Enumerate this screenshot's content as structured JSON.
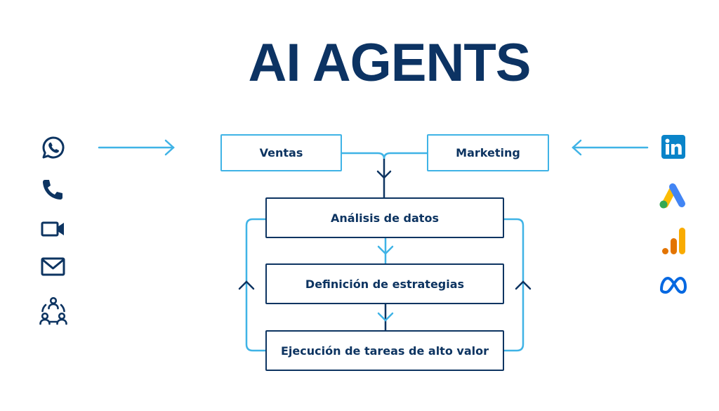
{
  "title": "AI AGENTS",
  "inputs": {
    "top_left": "Ventas",
    "top_right": "Marketing"
  },
  "steps": [
    "Análisis de datos",
    "Definición de estrategias",
    "Ejecución de tareas de alto valor"
  ],
  "left_icons": [
    "whatsapp-icon",
    "phone-icon",
    "video-camera-icon",
    "email-icon",
    "team-icon"
  ],
  "right_icons": [
    "linkedin-icon",
    "google-ads-icon",
    "google-analytics-icon",
    "meta-icon"
  ],
  "colors": {
    "navy": "#0d3461",
    "light_blue": "#3fb3e6",
    "linkedin": "#0a84c9"
  }
}
